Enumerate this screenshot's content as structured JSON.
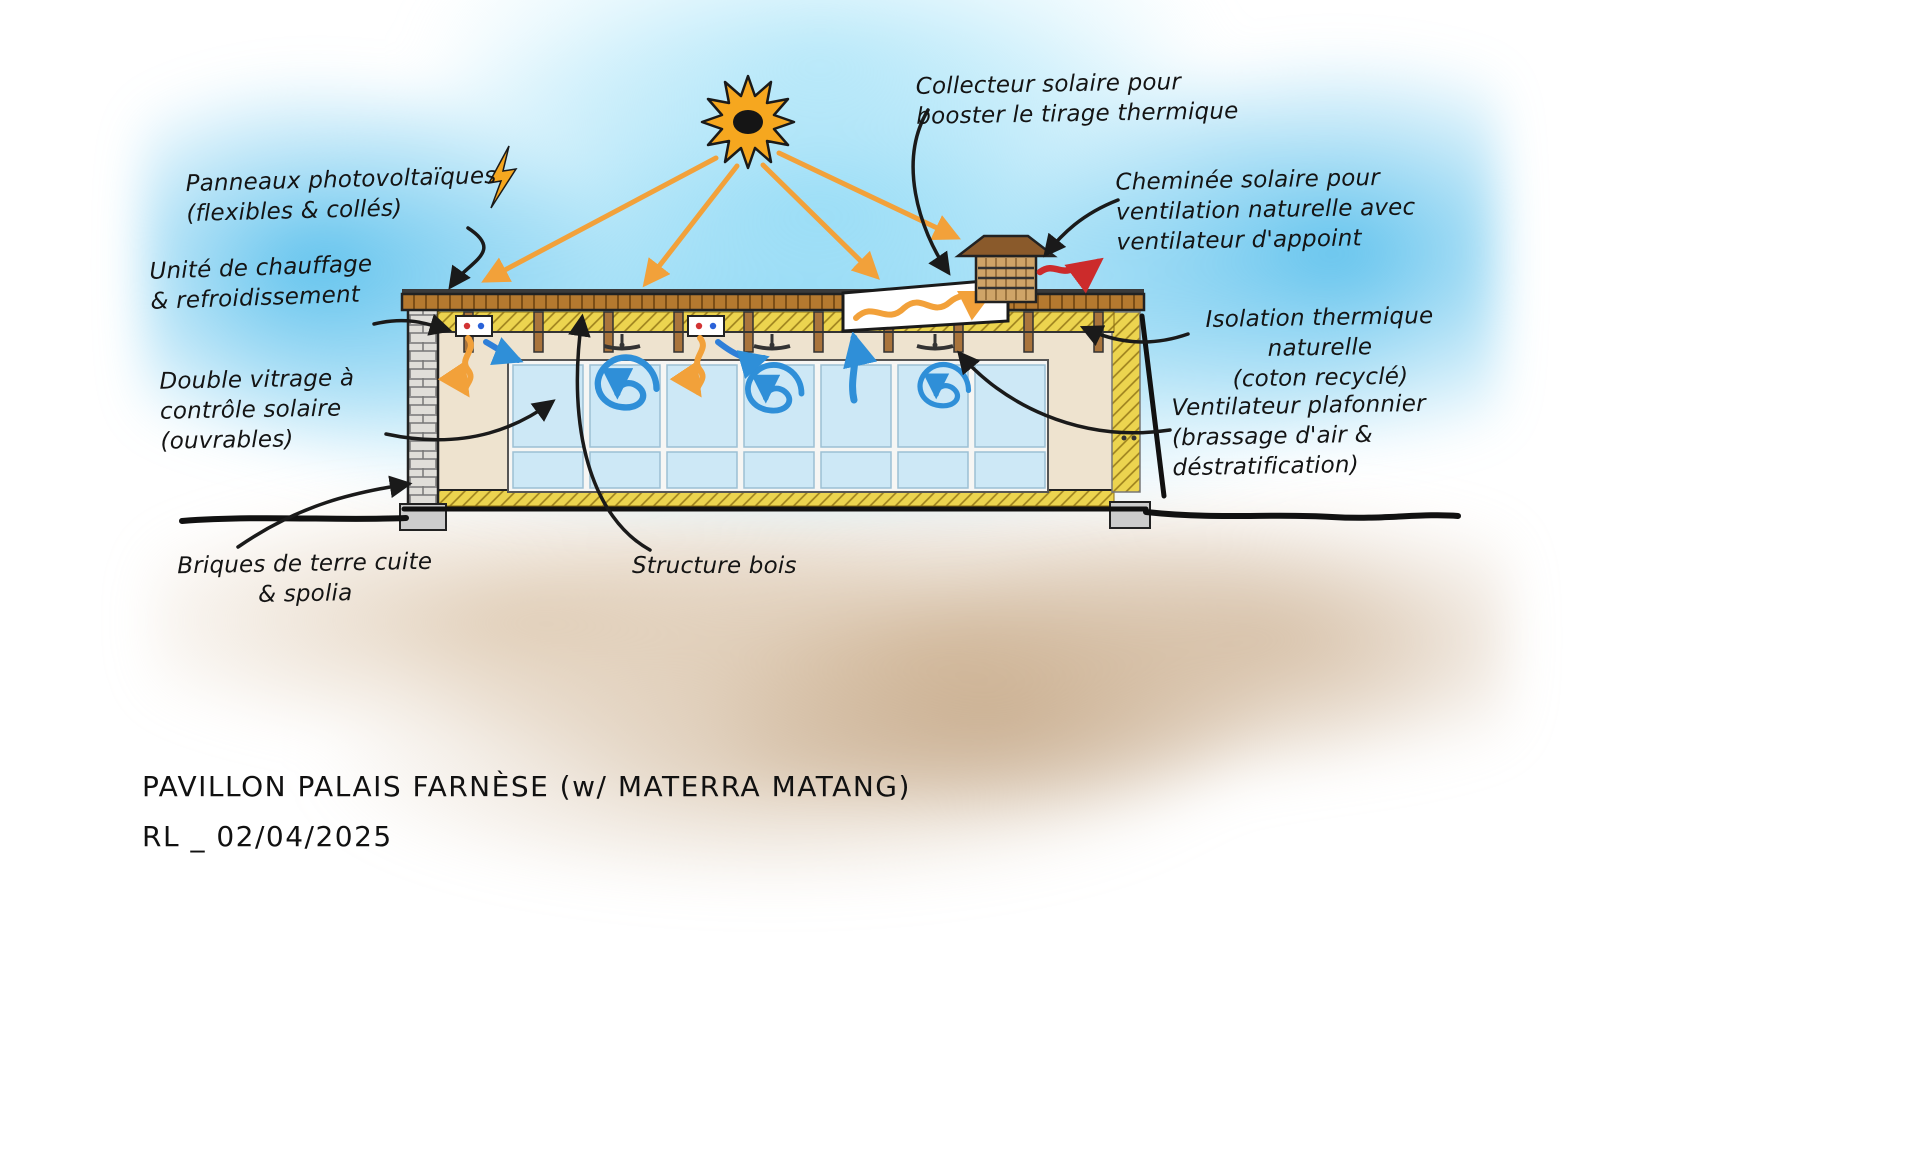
{
  "annotations": {
    "solar_collector": "Collecteur solaire pour\nbooster le tirage thermique",
    "solar_chimney": "Cheminée solaire pour\nventilation naturelle avec\nventilateur d'appoint",
    "pv_panels": "Panneaux photovoltaïques\n(flexibles & collés)",
    "hvac_unit": "Unité de chauffage\n& refroidissement",
    "double_glazing": "Double vitrage à\ncontrôle solaire\n(ouvrables)",
    "bricks": "Briques de terre cuite\n& spolia",
    "wood_structure": "Structure bois",
    "insulation": "Isolation thermique\nnaturelle\n(coton recyclé)",
    "ceiling_fan": "Ventilateur plafonnier\n(brassage d'air &\ndéstratification)"
  },
  "title_block": {
    "title": "PAVILLON PALAIS FARNÈSE (w/ MATERRA MATANG)",
    "signature": "RL _ 02/04/2025"
  },
  "icons": {
    "sun": "sun-icon",
    "lightning": "lightning-bolt-icon"
  },
  "colors": {
    "sky_blue": "#7fd0ef",
    "sun_orange": "#f6a71f",
    "arrow_orange": "#f2a13a",
    "airflow_blue": "#2f8fd8",
    "exhaust_red": "#cc2b2b",
    "insulation_yellow": "#ecd44f",
    "wood_brown": "#b5792f",
    "interior_beige": "#eee3cf",
    "glass_blue": "#cde8f6",
    "ground_tan": "#d0b698",
    "ink": "#1a1a1a"
  }
}
